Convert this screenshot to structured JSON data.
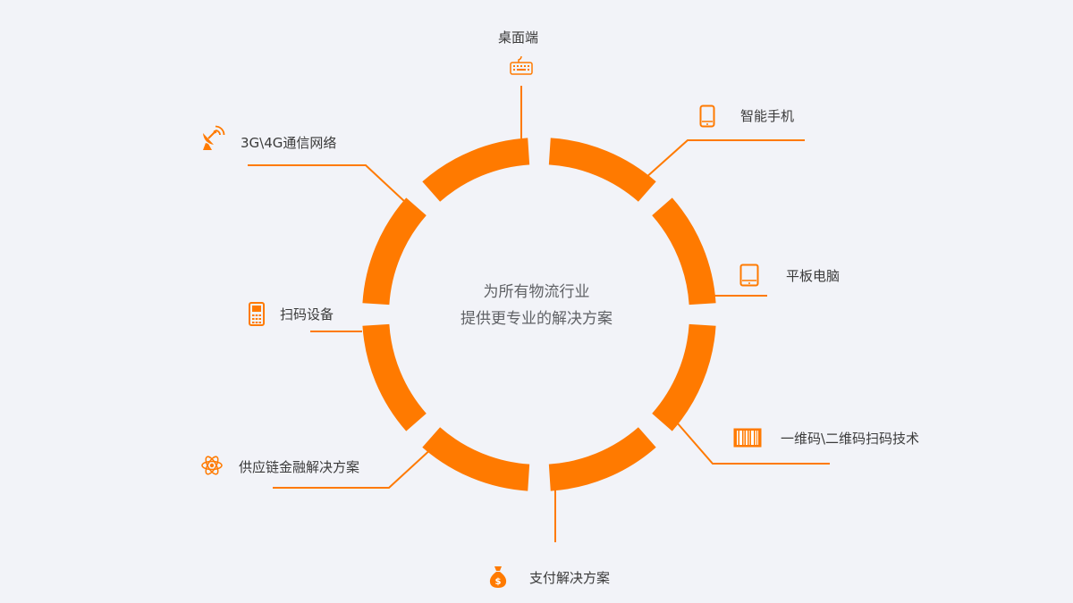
{
  "colors": {
    "accent": "#ff7a00",
    "background": "#f2f3f8",
    "text": "#3a3a3a",
    "center_text": "#606266"
  },
  "center": {
    "line1": "为所有物流行业",
    "line2": "提供更专业的解决方案"
  },
  "items": [
    {
      "label": "桌面端",
      "icon": "keyboard-icon"
    },
    {
      "label": "智能手机",
      "icon": "smartphone-icon"
    },
    {
      "label": "平板电脑",
      "icon": "tablet-icon"
    },
    {
      "label": "一维码\\二维码扫码技术",
      "icon": "barcode-icon"
    },
    {
      "label": "支付解决方案",
      "icon": "money-bag-icon"
    },
    {
      "label": "供应链金融解决方案",
      "icon": "atom-icon"
    },
    {
      "label": "扫码设备",
      "icon": "scanner-device-icon"
    },
    {
      "label": "3G\\4G通信网络",
      "icon": "satellite-dish-icon"
    }
  ]
}
